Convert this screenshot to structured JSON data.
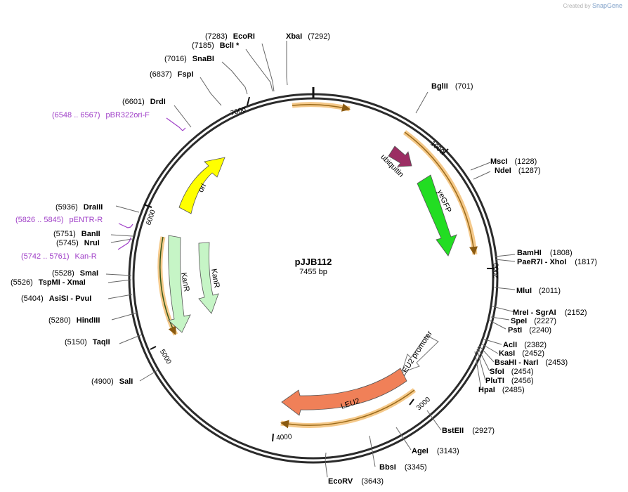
{
  "credit": {
    "prefix": "Created by",
    "brand": "SnapGene"
  },
  "plasmid": {
    "name": "pJJB112",
    "length_label": "7455 bp",
    "total_bp": 7455
  },
  "ticks": [
    {
      "bp": 1000,
      "label": "1000"
    },
    {
      "bp": 2000,
      "label": "2000"
    },
    {
      "bp": 3000,
      "label": "3000"
    },
    {
      "bp": 4000,
      "label": "4000"
    },
    {
      "bp": 5000,
      "label": "5000"
    },
    {
      "bp": 6000,
      "label": "6000"
    },
    {
      "bp": 7000,
      "label": "7000"
    }
  ],
  "sites": [
    {
      "name": "EcoRI",
      "pos": "(7283)"
    },
    {
      "name": "XbaI",
      "pos": "(7292)"
    },
    {
      "name": "BclI *",
      "pos": "(7185)"
    },
    {
      "name": "SnaBI",
      "pos": "(7016)"
    },
    {
      "name": "FspI",
      "pos": "(6837)"
    },
    {
      "name": "DrdI",
      "pos": "(6601)"
    },
    {
      "name": "BglII",
      "pos": "(701)"
    },
    {
      "name": "MscI",
      "pos": "(1228)"
    },
    {
      "name": "NdeI",
      "pos": "(1287)"
    },
    {
      "name": "BamHI",
      "pos": "(1808)"
    },
    {
      "name": "PaeR7I - XhoI",
      "pos": "(1817)"
    },
    {
      "name": "MluI",
      "pos": "(2011)"
    },
    {
      "name": "MreI - SgrAI",
      "pos": "(2152)"
    },
    {
      "name": "SpeI",
      "pos": "(2227)"
    },
    {
      "name": "PstI",
      "pos": "(2240)"
    },
    {
      "name": "AclI",
      "pos": "(2382)"
    },
    {
      "name": "KasI",
      "pos": "(2452)"
    },
    {
      "name": "BsaHI - NarI",
      "pos": "(2453)"
    },
    {
      "name": "SfoI",
      "pos": "(2454)"
    },
    {
      "name": "PluTI",
      "pos": "(2456)"
    },
    {
      "name": "HpaI",
      "pos": "(2485)"
    },
    {
      "name": "BstEII",
      "pos": "(2927)"
    },
    {
      "name": "AgeI",
      "pos": "(3143)"
    },
    {
      "name": "BbsI",
      "pos": "(3345)"
    },
    {
      "name": "EcoRV",
      "pos": "(3643)"
    },
    {
      "name": "SalI",
      "pos": "(4900)"
    },
    {
      "name": "TaqII",
      "pos": "(5150)"
    },
    {
      "name": "HindIII",
      "pos": "(5280)"
    },
    {
      "name": "AsiSI - PvuI",
      "pos": "(5404)"
    },
    {
      "name": "TspMI - XmaI",
      "pos": "(5526)"
    },
    {
      "name": "SmaI",
      "pos": "(5528)"
    },
    {
      "name": "NruI",
      "pos": "(5745)"
    },
    {
      "name": "BanII",
      "pos": "(5751)"
    },
    {
      "name": "DraIII",
      "pos": "(5936)"
    }
  ],
  "primers": [
    {
      "range": "(6548 .. 6567)",
      "name": "pBR322ori-F"
    },
    {
      "range": "(5826 .. 5845)",
      "name": "pENTR-R"
    },
    {
      "range": "(5742 .. 5761)",
      "name": "Kan-R"
    }
  ],
  "features": [
    {
      "name": "ubiquitin",
      "color": "#9b2d63"
    },
    {
      "name": "yeGFP",
      "color": "#22dd22"
    },
    {
      "name": "LEU2 promoter",
      "color": "#ffffff"
    },
    {
      "name": "LEU2",
      "color": "#f08058"
    },
    {
      "name": "ori",
      "color": "#ffff00"
    },
    {
      "name": "KanR",
      "color": "#c6f5c6"
    },
    {
      "name": "KanR",
      "color": "#c6f5c6"
    }
  ],
  "colors": {
    "backbone": "#2b2b2b",
    "primer": "#a040c8",
    "orf_highlight": "#f5c98a",
    "orf_line": "#9a6a1a"
  }
}
